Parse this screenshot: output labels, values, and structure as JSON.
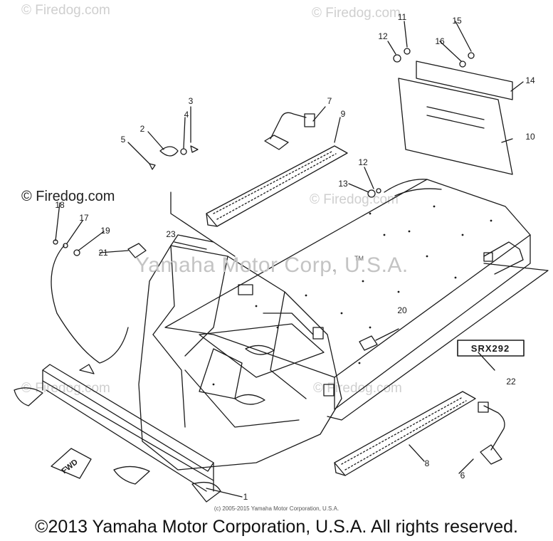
{
  "watermarks": {
    "top_left": "© Firedog.com",
    "top_center": "© Firedog.com",
    "left_mid": "© Firedog.com",
    "right_mid": "© Firedog.com",
    "lower_left": "© Firedog.com",
    "lower_right": "© Firedog.com",
    "center": "Yamaha Motor Corp, U.S.A."
  },
  "trademark": "TM",
  "fwd_label": "FWD",
  "decal_text": "SRX292",
  "callouts": [
    "1",
    "2",
    "3",
    "4",
    "5",
    "6",
    "7",
    "8",
    "9",
    "10",
    "11",
    "12",
    "12",
    "13",
    "14",
    "15",
    "16",
    "17",
    "18",
    "19",
    "20",
    "21",
    "22",
    "23"
  ],
  "small_copyright": "(c) 2005-2015 Yamaha Motor Corporation, U.S.A.",
  "copyright": "©2013 Yamaha Motor Corporation, U.S.A. All rights reserved.",
  "colors": {
    "line": "#1a1a1a",
    "watermark": "#cfcfcf",
    "background": "#ffffff"
  }
}
